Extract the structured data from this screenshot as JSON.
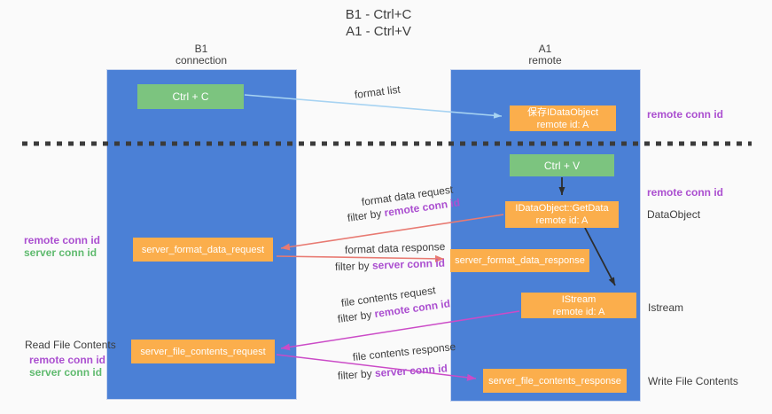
{
  "title": {
    "line1": "B1 - Ctrl+C",
    "line2": "A1 - Ctrl+V"
  },
  "lifelines": {
    "left": {
      "name": "B1",
      "role": "connection"
    },
    "right": {
      "name": "A1",
      "role": "remote"
    }
  },
  "boxes": {
    "ctrl_c": {
      "label": "Ctrl + C"
    },
    "save_idataobject": {
      "line1": "保存IDataObject",
      "line2": "remote id: A"
    },
    "ctrl_v": {
      "label": "Ctrl + V"
    },
    "getdata": {
      "line1": "IDataObject::GetData",
      "line2": "remote id: A"
    },
    "istream": {
      "line1": "IStream",
      "line2": "remote id: A"
    },
    "format_request": {
      "label": "server_format_data_request"
    },
    "format_response": {
      "label": "server_format_data_response"
    },
    "file_request": {
      "label": "server_file_contents_request"
    },
    "file_response": {
      "label": "server_file_contents_response"
    }
  },
  "flow_labels": {
    "format_list": "format list",
    "format_data_request": "format data request",
    "format_data_response": "format data response",
    "file_contents_request": "file contents request",
    "file_contents_response": "file contents response",
    "filter_by": "filter by ",
    "remote_conn_id": "remote conn id",
    "server_conn_id": "server conn id"
  },
  "annotations": {
    "right_remote_conn_id_top": "remote conn id",
    "right_remote_conn_id_mid": "remote conn id",
    "right_dataobject": "DataObject",
    "right_istream": "Istream",
    "right_write_file_contents": "Write File Contents",
    "left_remote_conn_id_mid": "remote conn id",
    "left_server_conn_id_mid": "server conn id",
    "left_read_file_contents": "Read File Contents",
    "left_remote_conn_id_bottom": "remote conn id",
    "left_server_conn_id_bottom": "server conn id"
  },
  "colors": {
    "column_blue": "#4b80d6",
    "box_green": "#7cc47f",
    "box_orange": "#fbae4c",
    "accent_purple": "#ab4fd0",
    "accent_green": "#5fba6e",
    "arrow_salmon": "#e87a72",
    "arrow_magenta": "#cb4bc7",
    "arrow_lightblue": "#a7d3f2",
    "arrow_black": "#2d2d2d",
    "dashed_separator": "#3b3b3b"
  }
}
